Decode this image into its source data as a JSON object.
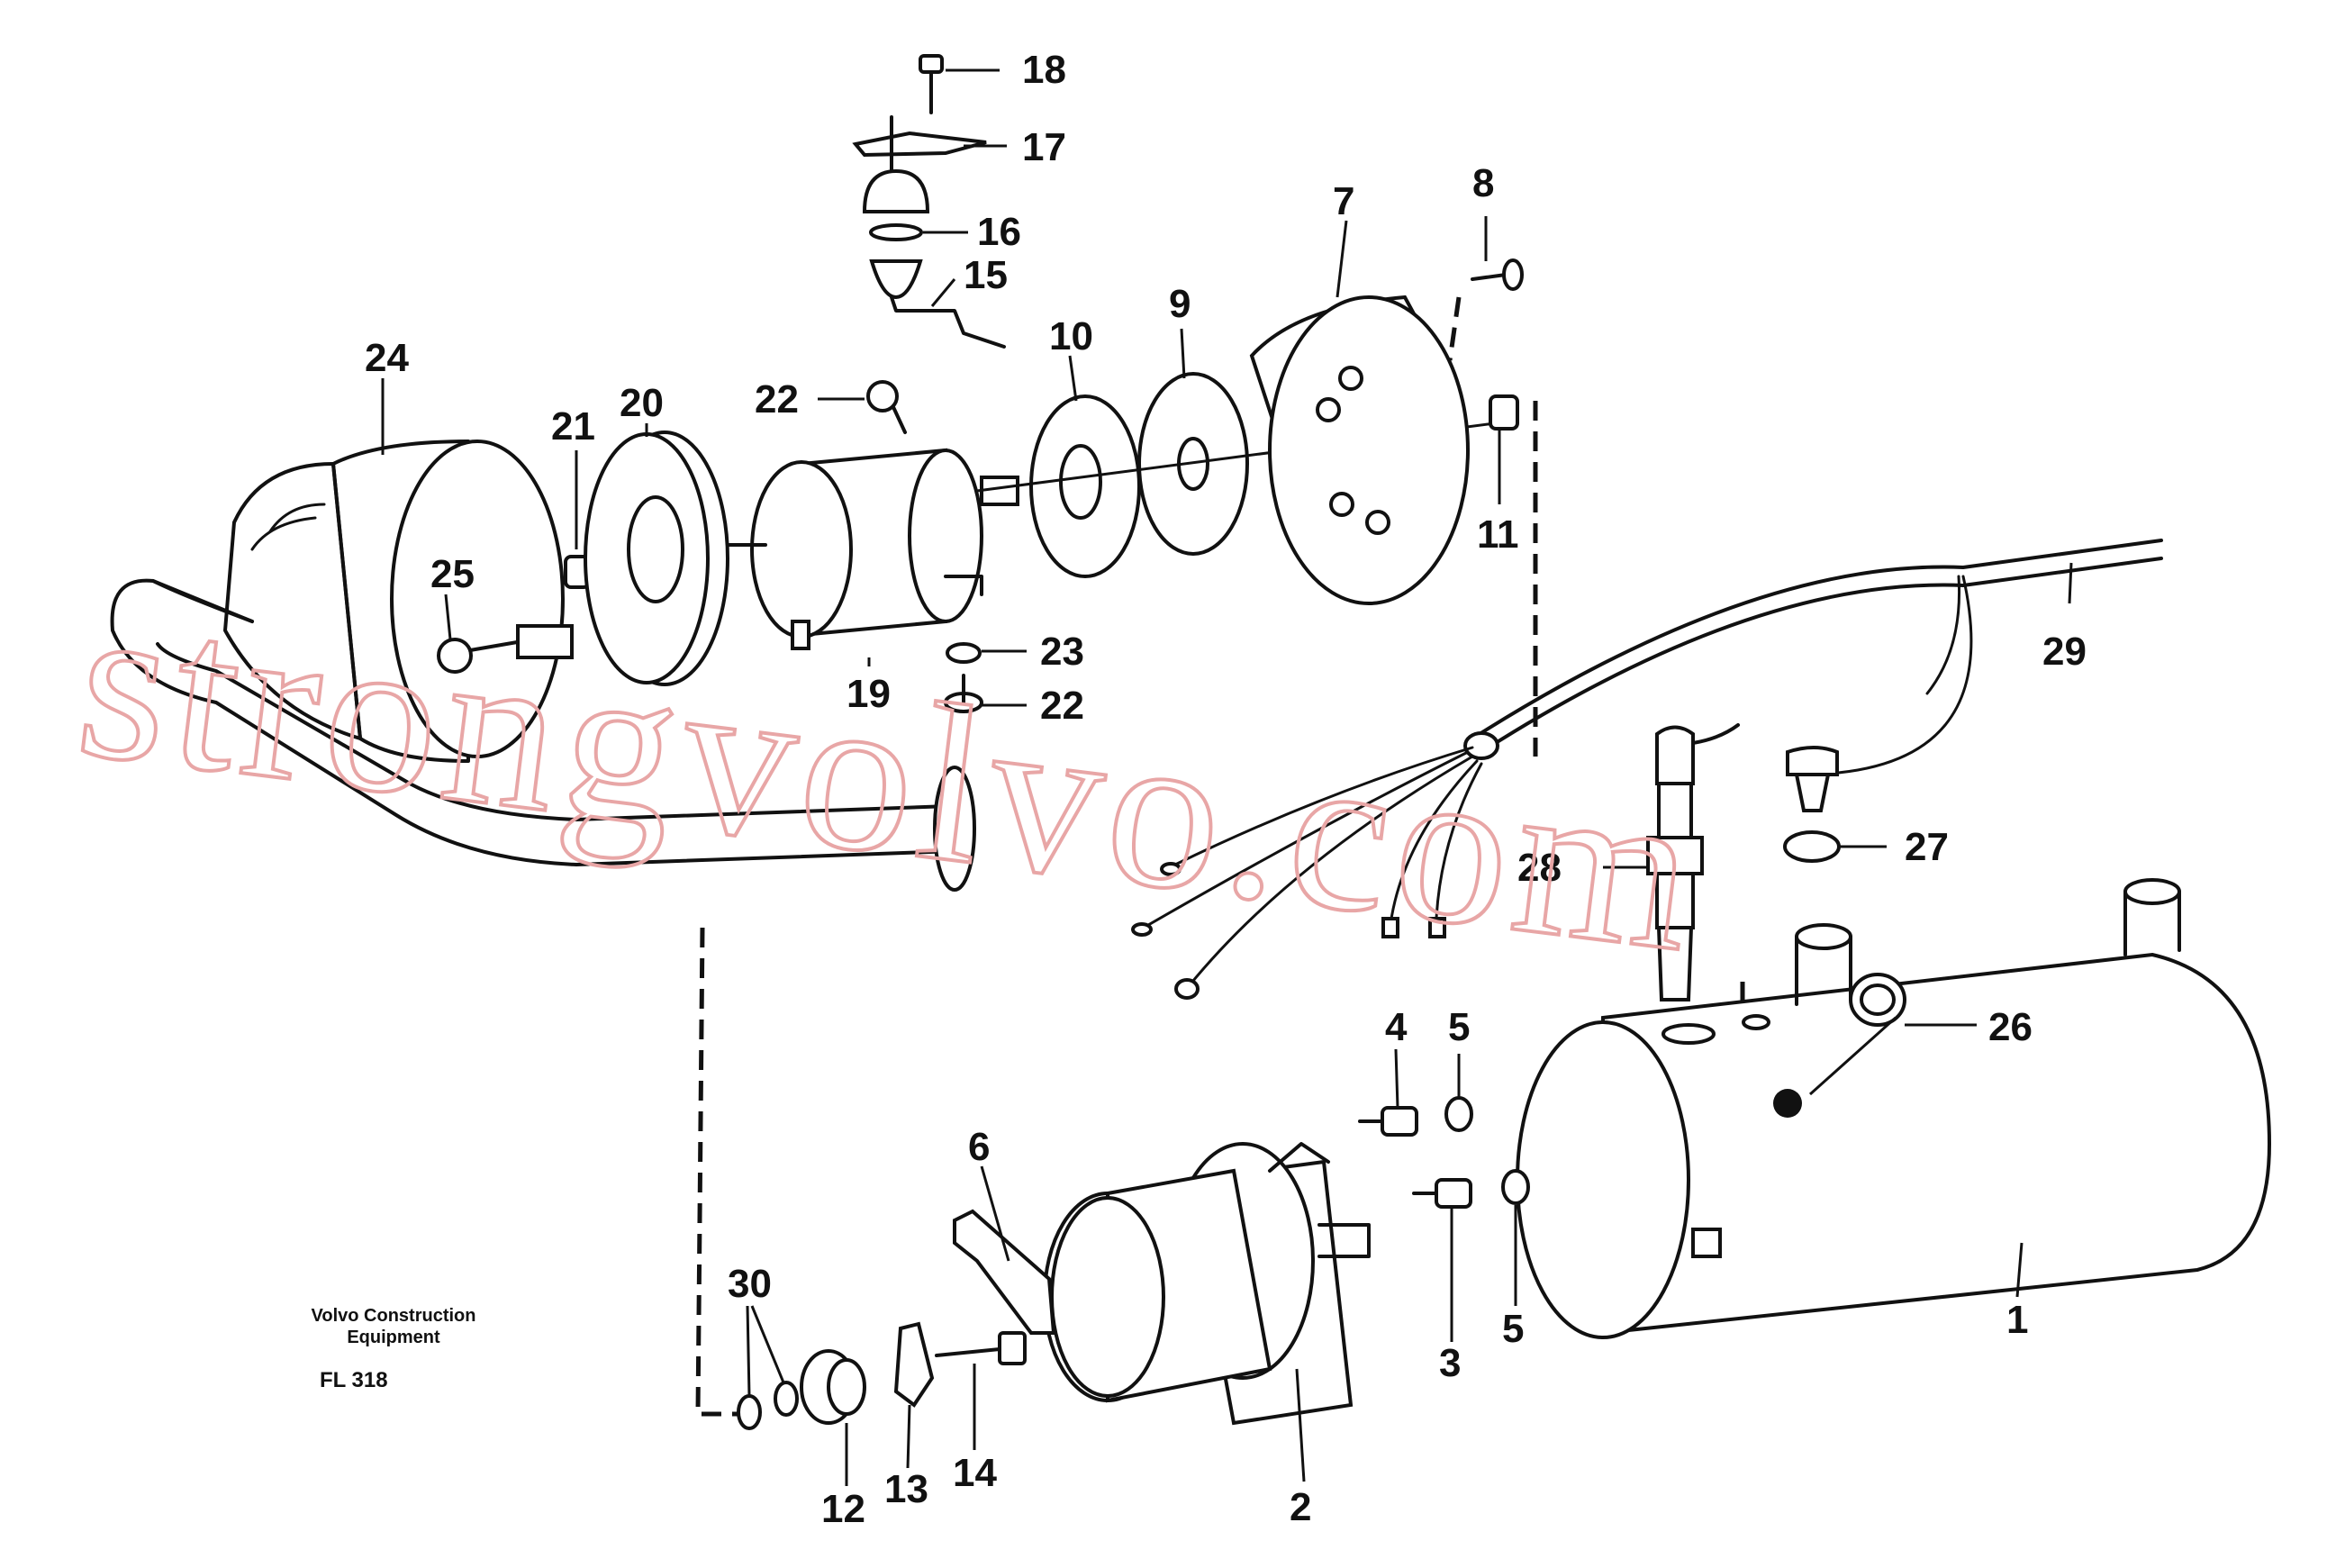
{
  "callouts": [
    {
      "id": "18",
      "text": "18"
    },
    {
      "id": "17",
      "text": "17"
    },
    {
      "id": "16",
      "text": "16"
    },
    {
      "id": "15",
      "text": "15"
    },
    {
      "id": "7",
      "text": "7"
    },
    {
      "id": "8",
      "text": "8"
    },
    {
      "id": "24",
      "text": "24"
    },
    {
      "id": "21",
      "text": "21"
    },
    {
      "id": "20",
      "text": "20"
    },
    {
      "id": "22a",
      "text": "22"
    },
    {
      "id": "10",
      "text": "10"
    },
    {
      "id": "9",
      "text": "9"
    },
    {
      "id": "11",
      "text": "11"
    },
    {
      "id": "25",
      "text": "25"
    },
    {
      "id": "23",
      "text": "23"
    },
    {
      "id": "19",
      "text": "19"
    },
    {
      "id": "22b",
      "text": "22"
    },
    {
      "id": "29",
      "text": "29"
    },
    {
      "id": "28",
      "text": "28"
    },
    {
      "id": "27",
      "text": "27"
    },
    {
      "id": "26",
      "text": "26"
    },
    {
      "id": "4",
      "text": "4"
    },
    {
      "id": "5a",
      "text": "5"
    },
    {
      "id": "6",
      "text": "6"
    },
    {
      "id": "30",
      "text": "30"
    },
    {
      "id": "3",
      "text": "3"
    },
    {
      "id": "5b",
      "text": "5"
    },
    {
      "id": "1",
      "text": "1"
    },
    {
      "id": "14",
      "text": "14"
    },
    {
      "id": "13",
      "text": "13"
    },
    {
      "id": "12",
      "text": "12"
    },
    {
      "id": "2",
      "text": "2"
    }
  ],
  "credit": {
    "line1": "Volvo Construction",
    "line2": "Equipment"
  },
  "figure_code": "FL 318",
  "watermark": "strongvolvo.com",
  "colors": {
    "line": "#111111",
    "watermark": "#e8a6a6",
    "background": "#ffffff"
  }
}
